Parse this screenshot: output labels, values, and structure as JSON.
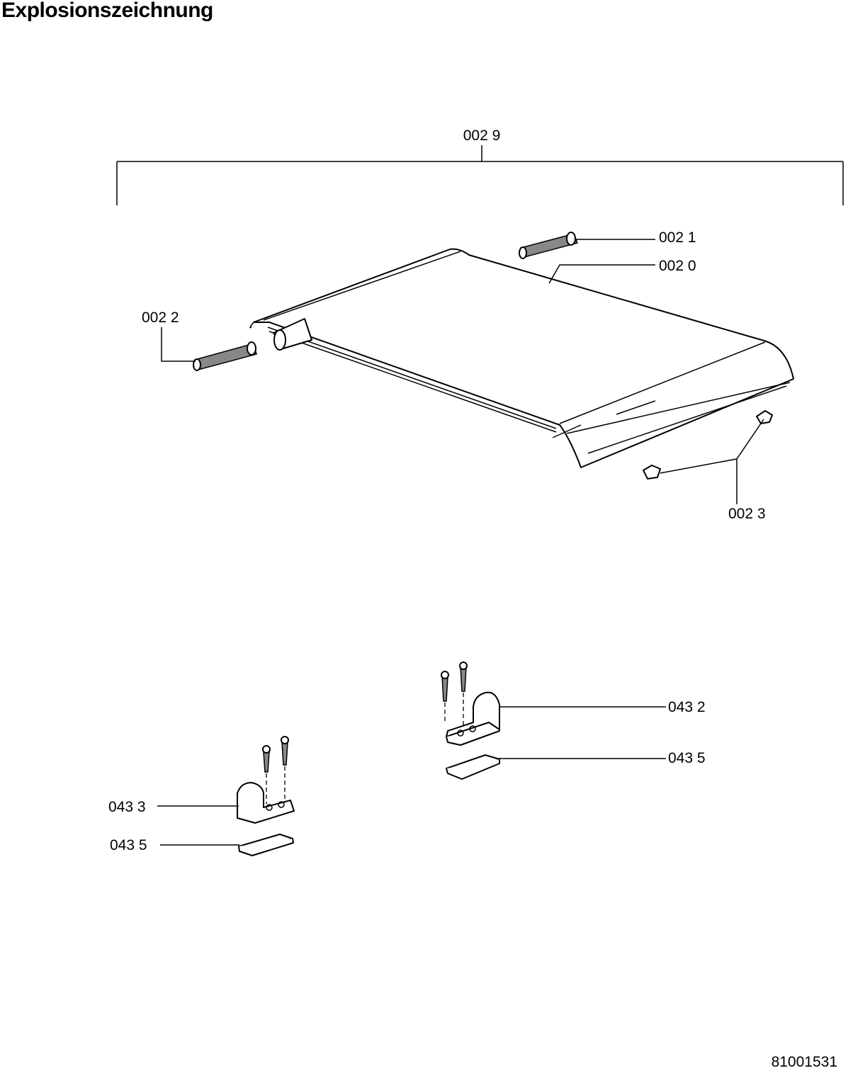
{
  "title": "Explosionszeichnung",
  "document_number": "81001531",
  "callouts": {
    "assembly": "002 9",
    "bolt_right": "002 1",
    "panel": "002 0",
    "bolt_left": "002 2",
    "clips": "002 3",
    "hinge_right": "043 2",
    "plate_right": "043 5",
    "hinge_left": "043 3",
    "plate_left": "043 5"
  }
}
